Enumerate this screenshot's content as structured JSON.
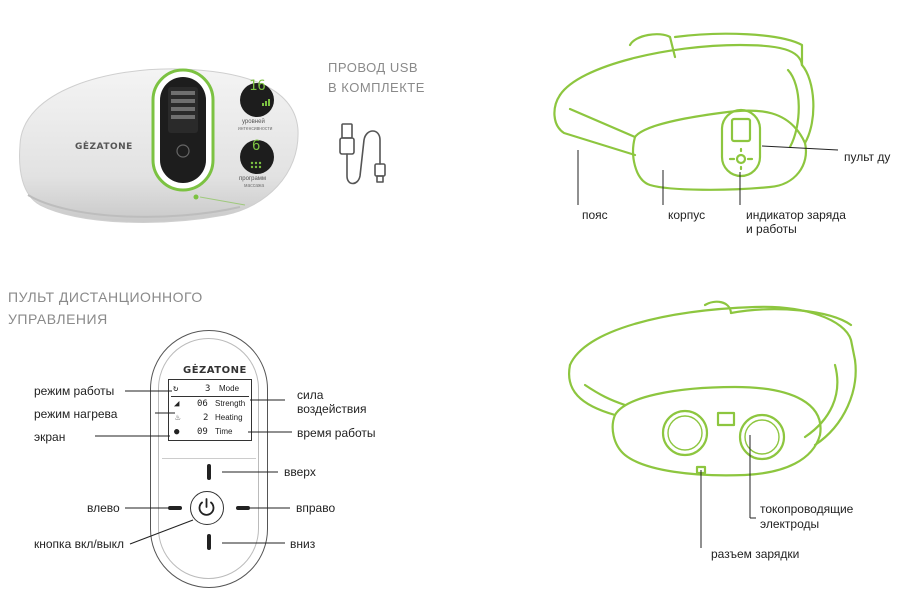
{
  "device_photo": {
    "brand": "GĖZATONE",
    "level_value": "16",
    "level_caption_1": "уровней",
    "level_caption_2": "интенсивности",
    "program_value": "6",
    "program_caption_1": "программ",
    "program_caption_2": "массажа"
  },
  "usb": {
    "line1": "ПРОВОД USB",
    "line2": "В КОМПЛЕКТЕ"
  },
  "belt_top": {
    "label_belt": "пояс",
    "label_body": "корпус",
    "label_indicator_1": "индикатор заряда",
    "label_indicator_2": "и работы",
    "label_remote": "пульт ду"
  },
  "remote_section": {
    "title_line1": "ПУЛЬТ ДИСТАНЦИОННОГО",
    "title_line2": "УПРАВЛЕНИЯ"
  },
  "remote": {
    "brand": "GĖZATONE",
    "lcd": {
      "row1_value": "3",
      "row1_label": "Mode",
      "row2_value": "06",
      "row2_label": "Strength",
      "row3_value": "2",
      "row3_label": "Heating",
      "row4_value": "09",
      "row4_label": "Time"
    },
    "labels": {
      "mode": "режим работы",
      "heating": "режим нагрева",
      "screen": "экран",
      "strength_1": "сила",
      "strength_2": "воздействия",
      "time": "время работы",
      "up": "вверх",
      "left": "влево",
      "right": "вправо",
      "power": "кнопка вкл/выкл",
      "down": "вниз"
    }
  },
  "belt_bottom": {
    "label_electrodes_1": "токопроводящие",
    "label_electrodes_2": "электроды",
    "label_charge": "разъем зарядки"
  },
  "colors": {
    "accent_green": "#8dc63f",
    "title_gray": "#8a8a8a"
  }
}
